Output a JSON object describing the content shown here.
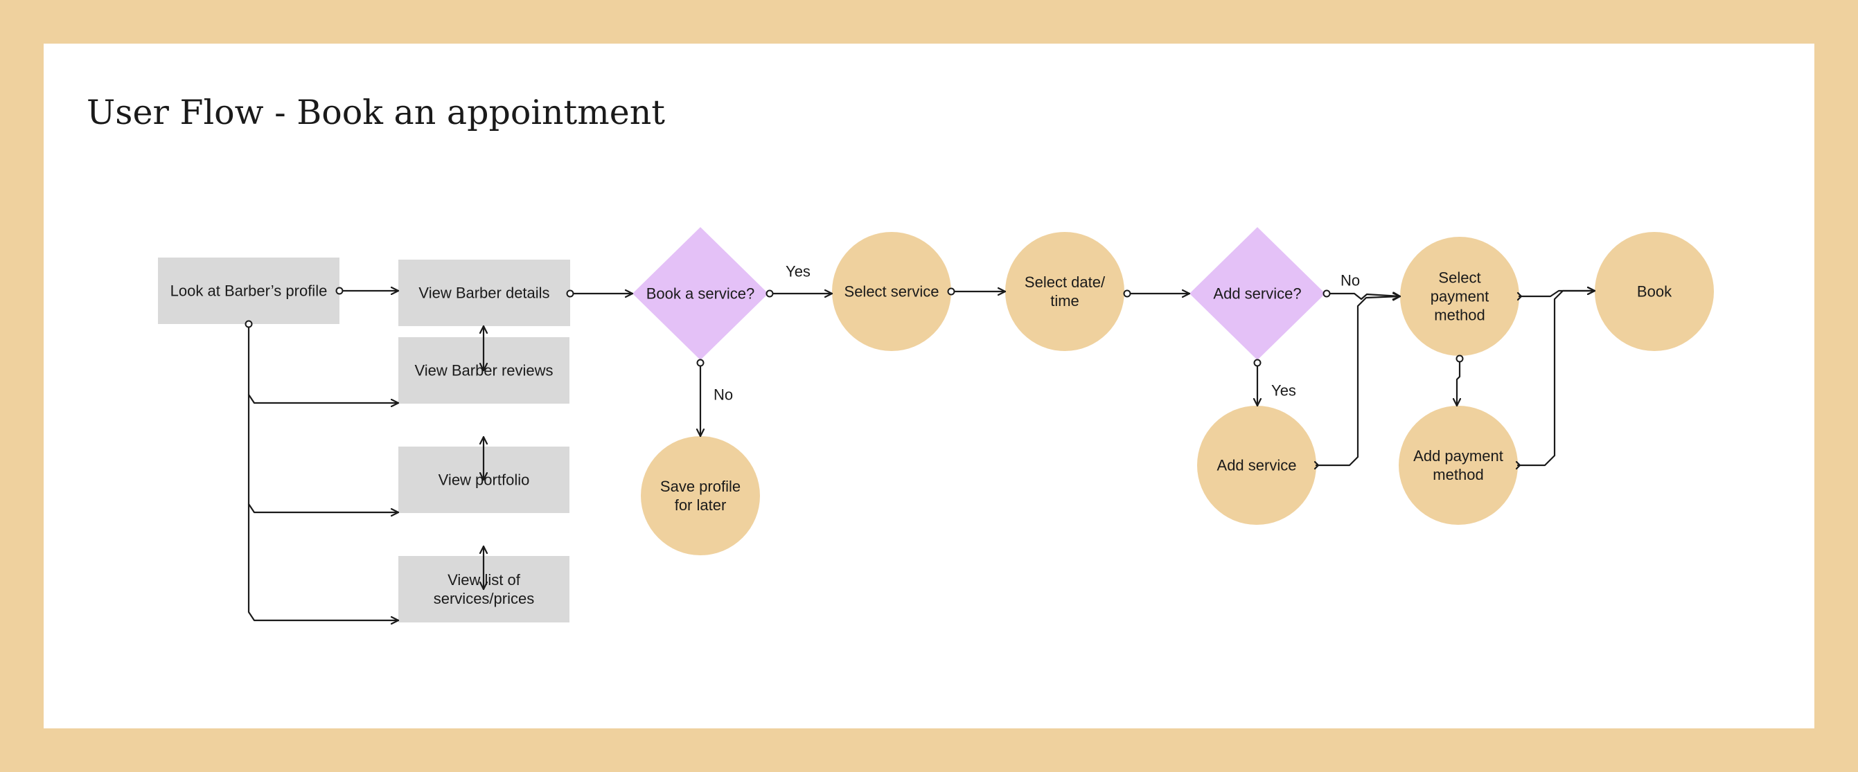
{
  "title": "User Flow - Book an appointment",
  "colors": {
    "frame": "#EFD19E",
    "canvas": "#FFFFFF",
    "process": "#D9D9D9",
    "decision": "#E4C1F7",
    "step": "#EFD19E",
    "line": "#1A1A1A"
  },
  "nodes": {
    "look_profile": {
      "shape": "rectangle",
      "lines": [
        "Look at Barber’s profile"
      ]
    },
    "view_details": {
      "shape": "rectangle",
      "lines": [
        "View Barber details"
      ]
    },
    "view_reviews": {
      "shape": "rectangle",
      "lines": [
        "View Barber reviews"
      ]
    },
    "view_portfolio": {
      "shape": "rectangle",
      "lines": [
        "View portfolio"
      ]
    },
    "view_list": {
      "shape": "rectangle",
      "lines": [
        "View list of",
        "services/prices"
      ]
    },
    "book_service_q": {
      "shape": "diamond",
      "lines": [
        "Book a service?"
      ]
    },
    "save_profile": {
      "shape": "circle",
      "lines": [
        "Save profile",
        "for later"
      ]
    },
    "select_service": {
      "shape": "circle",
      "lines": [
        "Select service"
      ]
    },
    "select_date": {
      "shape": "circle",
      "lines": [
        "Select date/",
        "time"
      ]
    },
    "add_service_q": {
      "shape": "diamond",
      "lines": [
        "Add service?"
      ]
    },
    "add_service": {
      "shape": "circle",
      "lines": [
        "Add service"
      ]
    },
    "select_payment": {
      "shape": "circle",
      "lines": [
        "Select",
        "payment",
        "method"
      ]
    },
    "add_payment": {
      "shape": "circle",
      "lines": [
        "Add payment",
        "method"
      ]
    },
    "book": {
      "shape": "circle",
      "lines": [
        "Book"
      ]
    }
  },
  "edges": [
    {
      "from": "look_profile",
      "to": "view_details",
      "label": ""
    },
    {
      "from": "look_profile",
      "to": "view_reviews",
      "label": ""
    },
    {
      "from": "look_profile",
      "to": "view_portfolio",
      "label": ""
    },
    {
      "from": "look_profile",
      "to": "view_list",
      "label": ""
    },
    {
      "from": "view_details",
      "to": "view_reviews",
      "label": "",
      "bidirectional": true
    },
    {
      "from": "view_reviews",
      "to": "view_portfolio",
      "label": "",
      "bidirectional": true
    },
    {
      "from": "view_portfolio",
      "to": "view_list",
      "label": "",
      "bidirectional": true
    },
    {
      "from": "view_details",
      "to": "book_service_q",
      "label": ""
    },
    {
      "from": "book_service_q",
      "to": "select_service",
      "label": "Yes"
    },
    {
      "from": "book_service_q",
      "to": "save_profile",
      "label": "No"
    },
    {
      "from": "select_service",
      "to": "select_date",
      "label": ""
    },
    {
      "from": "select_date",
      "to": "add_service_q",
      "label": ""
    },
    {
      "from": "add_service_q",
      "to": "select_payment",
      "label": "No"
    },
    {
      "from": "add_service_q",
      "to": "add_service",
      "label": "Yes"
    },
    {
      "from": "add_service",
      "to": "select_payment",
      "label": ""
    },
    {
      "from": "select_payment",
      "to": "add_payment",
      "label": ""
    },
    {
      "from": "select_payment",
      "to": "book",
      "label": ""
    },
    {
      "from": "add_payment",
      "to": "book",
      "label": ""
    }
  ]
}
